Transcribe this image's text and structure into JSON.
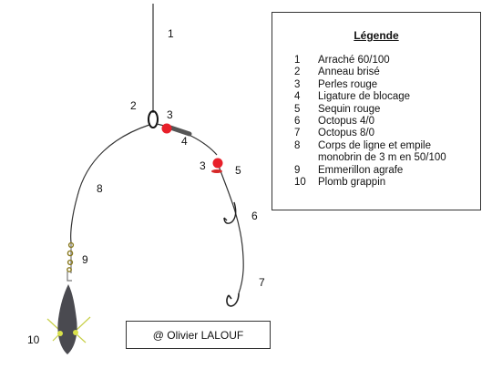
{
  "labels": {
    "n1": "1",
    "n2": "2",
    "n3a": "3",
    "n3b": "3",
    "n4": "4",
    "n5": "5",
    "n6": "6",
    "n7": "7",
    "n8": "8",
    "n9": "9",
    "n10": "10"
  },
  "legend": {
    "title": "Légende",
    "items": [
      {
        "num": "1",
        "text": "Arraché 60/100"
      },
      {
        "num": "2",
        "text": "Anneau brisé"
      },
      {
        "num": "3",
        "text": "Perles rouge"
      },
      {
        "num": "4",
        "text": "Ligature de blocage"
      },
      {
        "num": "5",
        "text": "Sequin rouge"
      },
      {
        "num": "6",
        "text": "Octopus 4/0"
      },
      {
        "num": "7",
        "text": "Octopus 8/0"
      },
      {
        "num": "8",
        "text": "Corps de ligne et empile"
      },
      {
        "num": "",
        "text": "monobrin de 3 m en 50/100"
      },
      {
        "num": "9",
        "text": "Emmerillon agrafe"
      },
      {
        "num": "10",
        "text": "Plomb grappin"
      }
    ]
  },
  "credit": "@ Olivier LALOUF",
  "colors": {
    "line": "#333333",
    "bead": "#e8202a",
    "sinker": "#4a4a50",
    "grapnel": "#d8e04a"
  }
}
